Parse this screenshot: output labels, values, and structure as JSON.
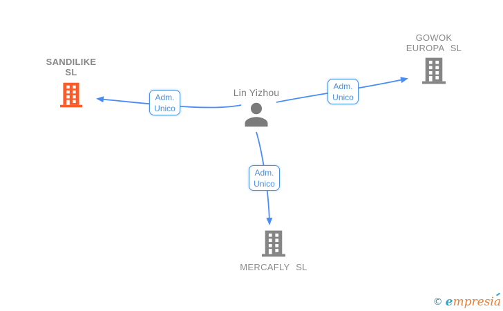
{
  "colors": {
    "arrow_blue": "#4a8cf7",
    "edge_label_blue": "#4a90e2",
    "node_gray": "#8a8a8a",
    "icon_gray": "#858585",
    "highlight_orange": "#fb5b29",
    "logo_copyright_teal": "#44809e",
    "logo_e_blue": "#2aa7cf",
    "logo_text_orange": "#ef7d2e"
  },
  "diagram": {
    "person": {
      "name": "Lin Yizhou"
    },
    "companies": [
      {
        "line1": "SANDILIKE",
        "line2": "SL"
      },
      {
        "line1": "GOWOK",
        "line2": "EUROPA SL"
      },
      {
        "line1": "MERCAFLY SL"
      }
    ],
    "edges": [
      {
        "line1": "Adm.",
        "line2": "Unico"
      },
      {
        "line1": "Adm.",
        "line2": "Unico"
      },
      {
        "line1": "Adm.",
        "line2": "Unico"
      }
    ]
  },
  "footer": {
    "copyright_symbol": "©",
    "brand_first_letter": "e",
    "brand_rest": "mpresia"
  }
}
